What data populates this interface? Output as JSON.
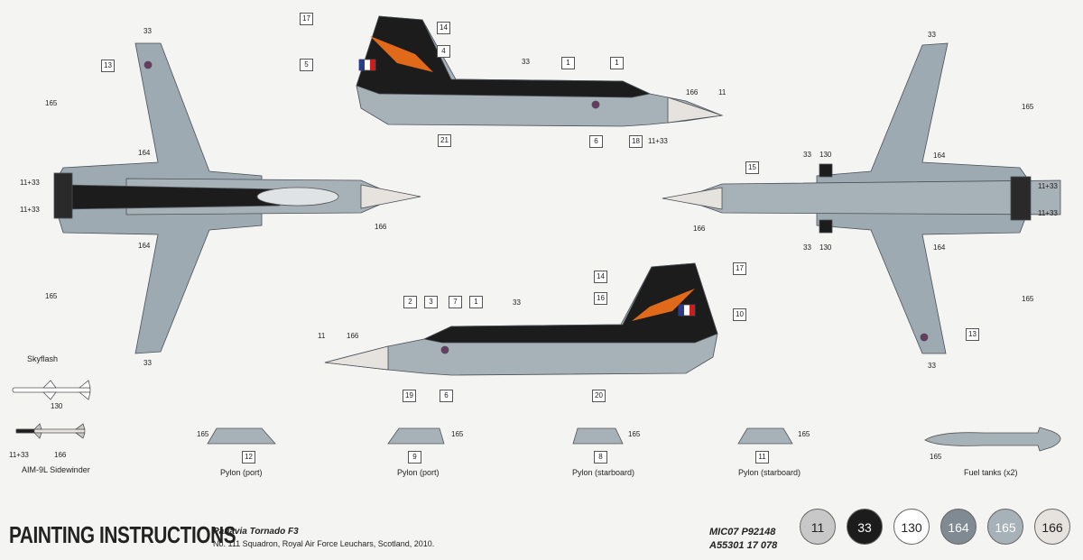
{
  "header": {
    "title": "PAINTING INSTRUCTIONS",
    "aircraft": "Panavia Tornado F3",
    "unit": "No. 111 Squadron, Royal Air Force Leuchars, Scotland, 2010."
  },
  "codes": {
    "line1": "MIC07 P92148",
    "line2": "A55301 17 078"
  },
  "swatches": [
    {
      "num": "11",
      "color": "#c8c8c8"
    },
    {
      "num": "33",
      "color": "#1c1c1c"
    },
    {
      "num": "130",
      "color": "#ffffff"
    },
    {
      "num": "164",
      "color": "#7f8a92"
    },
    {
      "num": "165",
      "color": "#a7b1b8"
    },
    {
      "num": "166",
      "color": "#e6e2de"
    }
  ],
  "top_view": {
    "labels": {
      "n33a": "33",
      "n13": "13",
      "n165a": "165",
      "n164a": "164",
      "n11_33a": "11+33",
      "n11_33b": "11+33",
      "n166": "166",
      "n164b": "164",
      "n165b": "165",
      "n33b": "33"
    }
  },
  "bottom_view": {
    "labels": {
      "n33a": "33",
      "n165a": "165",
      "n15": "15",
      "n33b": "33",
      "n130a": "130",
      "n164a": "164",
      "n11_33a": "11+33",
      "n11_33b": "11+33",
      "n166": "166",
      "n33c": "33",
      "n130b": "130",
      "n164b": "164",
      "n165b": "165",
      "n13": "13",
      "n33d": "33"
    }
  },
  "side_port": {
    "labels": {
      "n17": "17",
      "n14": "14",
      "n4": "4",
      "n5": "5",
      "n33": "33",
      "n1a": "1",
      "n1b": "1",
      "n166": "166",
      "n11": "11",
      "n21": "21",
      "n6": "6",
      "n18": "18",
      "n11_33": "11+33"
    }
  },
  "side_starboard": {
    "labels": {
      "n14": "14",
      "n17": "17",
      "n2": "2",
      "n3": "3",
      "n7": "7",
      "n1": "1",
      "n33": "33",
      "n16": "16",
      "n10": "10",
      "n11": "11",
      "n166": "166",
      "n19": "19",
      "n6": "6",
      "n20": "20"
    }
  },
  "weapons": {
    "skyflash": {
      "name": "Skyflash",
      "num": "130"
    },
    "sidewinder": {
      "name": "AIM-9L Sidewinder",
      "num1": "11+33",
      "num2": "166"
    }
  },
  "pylons": [
    {
      "caption": "Pylon (port)",
      "color": "165",
      "box": "12"
    },
    {
      "caption": "Pylon (port)",
      "color": "165",
      "box": "9"
    },
    {
      "caption": "Pylon (starboard)",
      "color": "165",
      "box": "8"
    },
    {
      "caption": "Pylon (starboard)",
      "color": "165",
      "box": "11"
    }
  ],
  "fuel_tank": {
    "caption": "Fuel tanks (x2)",
    "color": "165"
  }
}
